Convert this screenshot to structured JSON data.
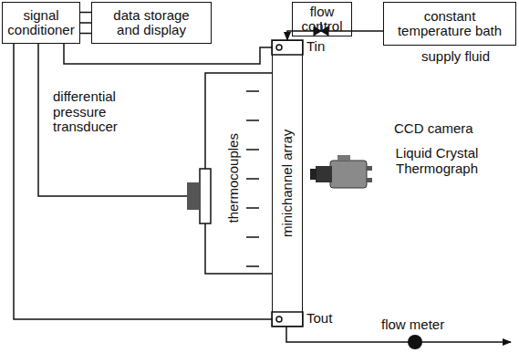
{
  "diagram": {
    "nodes": [
      {
        "text": [
          "signal conditioner"
        ]
      },
      {
        "text": [
          "data storage and display"
        ]
      },
      {
        "text": [
          "flow control"
        ]
      },
      {
        "text": [
          "constant temperature bath"
        ]
      },
      {
        "text": [
          "minichannel array"
        ]
      }
    ],
    "edges": [
      {
        "from": 0,
        "to": 1,
        "arrow": "none"
      },
      {
        "from": 3,
        "to": 4,
        "arrow": "to"
      }
    ],
    "labels": [
      "supply fluid",
      "Tin",
      "Tout",
      "differential pressure transducer",
      "thermocouples",
      "CCD camera",
      "Liquid Crystal Thermograph",
      "flow meter"
    ]
  }
}
